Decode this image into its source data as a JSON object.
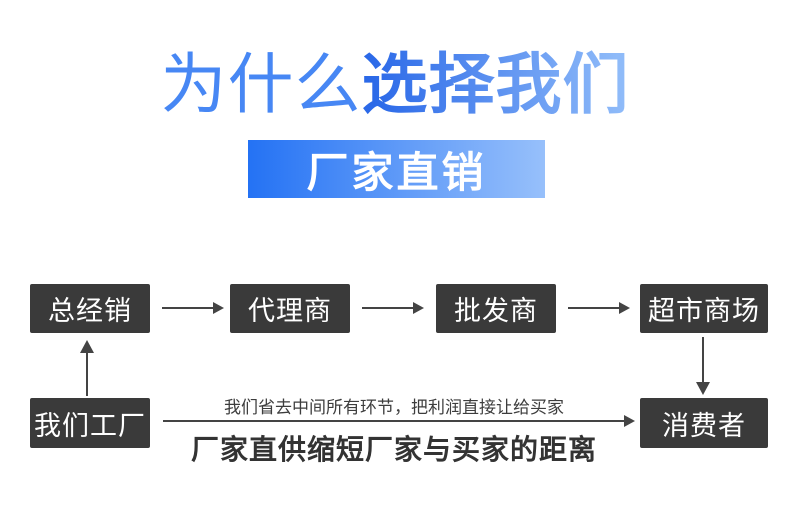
{
  "title": {
    "light": "为什么",
    "bold": "选择我们"
  },
  "banner": {
    "label": "厂家直销"
  },
  "flow": {
    "nodes": [
      {
        "label": "总经销"
      },
      {
        "label": "代理商"
      },
      {
        "label": "批发商"
      },
      {
        "label": "超市商场"
      },
      {
        "label": "我们工厂"
      },
      {
        "label": "消费者"
      }
    ],
    "note": "我们省去中间所有环节，把利润直接让给买家",
    "tagline": "厂家直供缩短厂家与买家的距离"
  },
  "colors": {
    "banner_gradient_start": "#2472f4",
    "banner_gradient_end": "#97c0fb",
    "title_light_blue": "#4787f4",
    "title_gradient_start": "#2b69e8",
    "title_gradient_end": "#8fbbf9",
    "node_background": "#3a3a3a",
    "node_text": "#ffffff",
    "arrow": "#444444",
    "text_dark": "#333333"
  }
}
